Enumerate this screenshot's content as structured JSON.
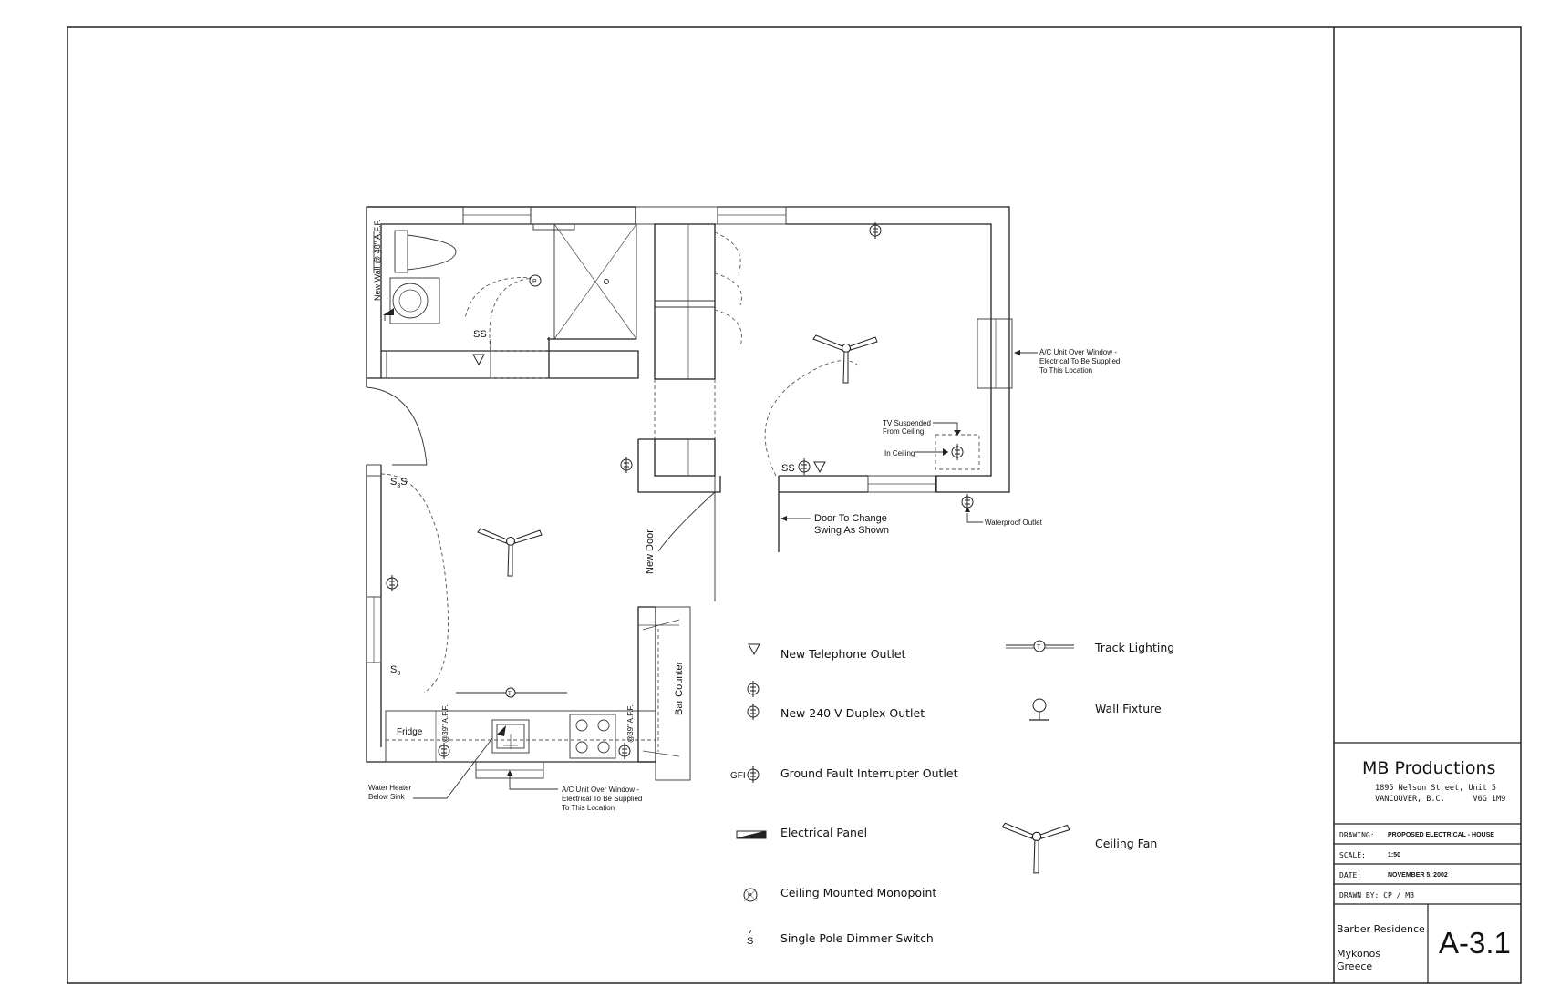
{
  "title_block": {
    "company": "MB Productions",
    "address_line1": "1895 Nelson Street, Unit 5",
    "address_line2": "VANCOUVER, B.C.      V6G 1M9",
    "drawing_label": "DRAWING:",
    "drawing_value": "PROPOSED ELECTRICAL - HOUSE",
    "scale_label": "SCALE:",
    "scale_value": "1:50",
    "date_label": "DATE:",
    "date_value": "NOVEMBER 5, 2002",
    "drawn_by": "DRAWN BY: CP / MB",
    "project_name": "Barber Residence",
    "location_line1": "Mykonos",
    "location_line2": "Greece",
    "sheet_number": "A-3.1"
  },
  "plan_labels": {
    "new_wall": "New Wall @ 48\" A.F.F.",
    "ac_unit_east_1": "A/C Unit Over Window -",
    "ac_unit_east_2": "Electrical To Be Supplied",
    "ac_unit_east_3": "To This Location",
    "tv_1": "TV Suspended",
    "tv_2": "From Ceiling",
    "in_ceiling": "In Ceiling",
    "door_change_1": "Door To Change",
    "door_change_2": "Swing As Shown",
    "waterproof": "Waterproof Outlet",
    "new_door": "New Door",
    "bar_counter": "Bar Counter",
    "fridge": "Fridge",
    "aff_fridge": "@39\" A.F.F.",
    "aff_counter": "@39\" A.F.F.",
    "water_heater_1": "Water Heater",
    "water_heater_2": "Below Sink",
    "ac_unit_south_1": "A/C Unit Over Window -",
    "ac_unit_south_2": "Electrical To Be Supplied",
    "ac_unit_south_3": "To This Location",
    "switch_ss": "SS",
    "switch_s": "S",
    "switch_sub": "3",
    "monopoint_letter": "P",
    "track_letter": "T"
  },
  "legend": {
    "telephone": "New Telephone Outlet",
    "duplex": "New 240 V Duplex Outlet",
    "gfi": "Ground Fault Interrupter Outlet",
    "gfi_prefix": "GFI",
    "panel": "Electrical Panel",
    "monopoint": "Ceiling Mounted Monopoint",
    "dimmer": "Single Pole Dimmer Switch",
    "track": "Track Lighting",
    "wall_fixture": "Wall Fixture",
    "ceiling_fan": "Ceiling Fan"
  }
}
